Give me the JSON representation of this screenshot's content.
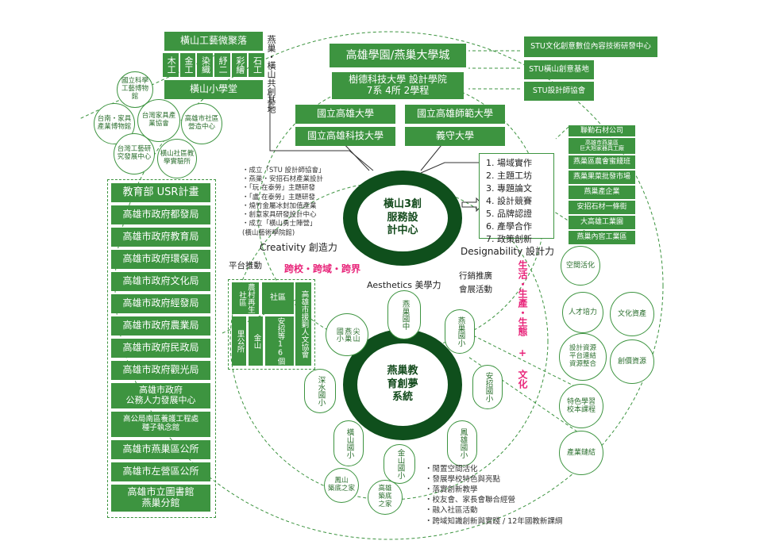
{
  "top_left": {
    "title": "橫山工藝微聚落",
    "crafts": [
      "木工",
      "金工",
      "染織",
      "紓二",
      "彩繪",
      "石工"
    ],
    "school": "橫山小學堂",
    "vertical_label": "燕巢・橫山共創基地"
  },
  "top_center": {
    "main": "高雄學園/燕巢大學城",
    "stu": "樹德科技大學 設計學院\n7系 4所 2學程",
    "unis": [
      "國立高雄大學",
      "國立高雄師範大學",
      "國立高雄科技大學",
      "義守大學"
    ]
  },
  "top_right": [
    "STU文化創意數位內容技術研發中心",
    "STU橫山創意基地",
    "STU設計師協會"
  ],
  "left_circles": [
    "國立科學工藝博物館",
    "台南・家具產業博物館",
    "台灣家具產業協會",
    "高雄市社區營造中心",
    "台灣工藝研究發展中心",
    "橫山社區教學實驗所"
  ],
  "gov": {
    "title": "教育部 USR計畫",
    "items": [
      "高雄市政府都發局",
      "高雄市政府教育局",
      "高雄市政府環保局",
      "高雄市政府文化局",
      "高雄市政府經發局",
      "高雄市政府農業局",
      "高雄市政府民政局",
      "高雄市政府觀光局",
      "高雄市政府\n公務人力發展中心",
      "高公局南區養護工程處\n種子執念館",
      "高雄市燕巢區公所",
      "高雄市左營區公所",
      "高雄市立圖書館\n燕巢分館"
    ]
  },
  "creativity_notes": [
    "・成立「STU 設計師協會」",
    "・燕巢・安招石材產業設計",
    "・「玩 在泰勞」主題研發",
    "・「盧 在泰勞」主題研發",
    "・燒竹金屬冰封加值產業",
    "・創意家具研發設計中心",
    "・成立「橫山勇士陣營」",
    "(橫山藝術學院館)"
  ],
  "center": {
    "ring1": "橫山3創\n服務設\n計中心",
    "ring2": "燕巢教\n育創夢\n系統",
    "creativity": "Creativity 創造力",
    "designability": "Designability 設計力",
    "aesthetics": "Aesthetics 美學力",
    "promo": "行銷推廣\n會展活動",
    "platform": "平台推動",
    "cross": "跨校・跨域・跨界",
    "life": "生活・生產・生態 + 文化"
  },
  "services": [
    "1. 場域實作",
    "2. 主題工坊",
    "3. 專題論文",
    "4. 設計競賽",
    "5. 品牌認證",
    "6. 產學合作",
    "7. 政策創新"
  ],
  "right_boxes": [
    "聯勤石材公司",
    "高雄市燕巢區\n巨大旭家器具工廠",
    "燕巢區農會蜜餞班",
    "燕巢果菜批發市場",
    "燕巢產企業",
    "安招石材一條街",
    "大高雄工業園",
    "燕巢內窖工業區"
  ],
  "right_circles": [
    "空間活化",
    "人才培力",
    "文化資產",
    "設計資源\n平台連結\n資源整合",
    "創價資源",
    "特色學習\n校本課程",
    "產業鏈結"
  ],
  "community": {
    "a": "農村再生社區",
    "b": "社區",
    "c": "高雄市援剿人文協會",
    "d": "里公所",
    "e": "金山",
    "f": "安招等16個"
  },
  "schools": [
    "燕巢國中",
    "燕巢國小",
    "尖山\n燕巢\n國小",
    "安招國小",
    "深水國小",
    "鳳雄國小",
    "橫山國小",
    "金山國小",
    "鳳山\n築底之家",
    "高雄\n築底\n之家"
  ],
  "bottom_notes": [
    "・閒置空間活化",
    "・發展學校特色與亮點",
    "・落實創新教學",
    "・校友會、家長會聯合經營",
    "・融入社區活動",
    "・跨域知識創新與實踐 / 12年國教新課綱"
  ]
}
